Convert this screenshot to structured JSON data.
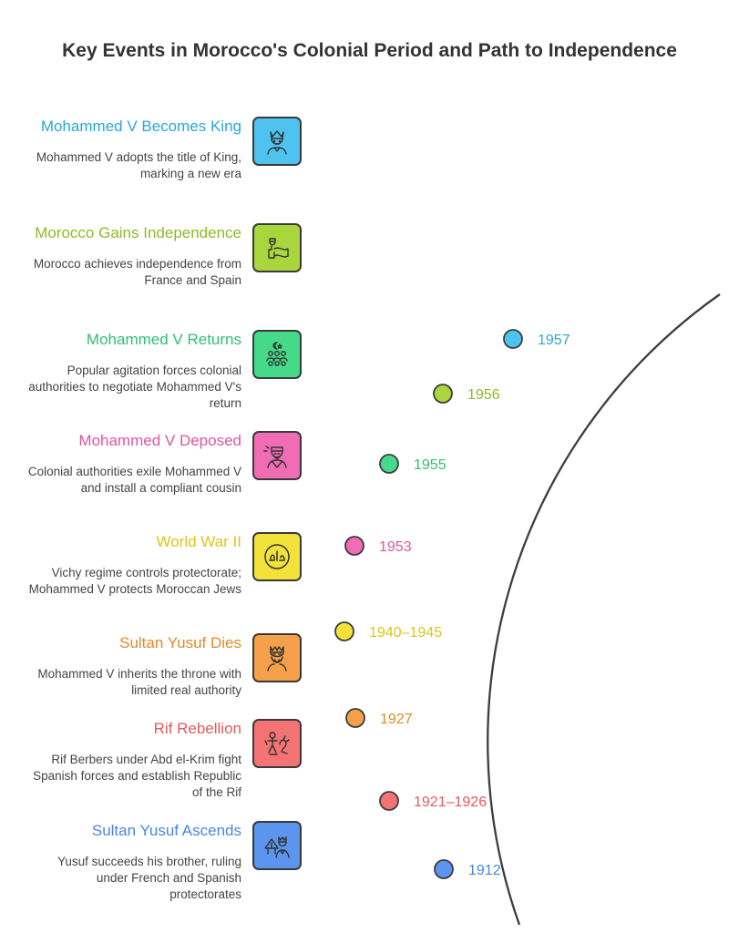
{
  "title": "Key Events in Morocco's Colonial Period and Path to Independence",
  "events": [
    {
      "title": "Mohammed V Becomes King",
      "desc": "Mohammed V adopts the title of King, marking a new era",
      "year": "1957",
      "color": "#29a8d8",
      "fill": "#4fc3f0",
      "icon": "king-icon"
    },
    {
      "title": "Morocco Gains Independence",
      "desc": "Morocco achieves independence from France and Spain",
      "year": "1956",
      "color": "#8dba26",
      "fill": "#a9d63c",
      "icon": "flag-person-icon"
    },
    {
      "title": "Mohammed V Returns",
      "desc": "Popular agitation forces colonial authorities to negotiate Mohammed V's return",
      "year": "1955",
      "color": "#2fbf74",
      "fill": "#45d98a",
      "icon": "crowd-crescent-icon"
    },
    {
      "title": "Mohammed V Deposed",
      "desc": "Colonial authorities exile Mohammed V and install a compliant cousin",
      "year": "1953",
      "color": "#e0559f",
      "fill": "#f06cb4",
      "icon": "deposed-figure-icon"
    },
    {
      "title": "World War II",
      "desc": "Vichy regime controls protectorate; Mohammed V protects Moroccan Jews",
      "year": "1940–1945",
      "color": "#d9c71a",
      "fill": "#f2e23a",
      "icon": "halal-seal-icon"
    },
    {
      "title": "Sultan Yusuf Dies",
      "desc": "Mohammed V inherits the throne with limited real authority",
      "year": "1927",
      "color": "#e0892b",
      "fill": "#f5a04a",
      "icon": "crowned-elder-icon"
    },
    {
      "title": "Rif Rebellion",
      "desc": "Rif Berbers under Abd el-Krim fight Spanish forces and establish Republic of the Rif",
      "year": "1921–1926",
      "color": "#e35b5b",
      "fill": "#f47373",
      "icon": "warrior-dragon-icon"
    },
    {
      "title": "Sultan Yusuf Ascends",
      "desc": "Yusuf succeeds his brother, ruling under French and Spanish protectorates",
      "year": "1912",
      "color": "#4a86e0",
      "fill": "#5b95ee",
      "icon": "ruler-tent-icon"
    }
  ]
}
